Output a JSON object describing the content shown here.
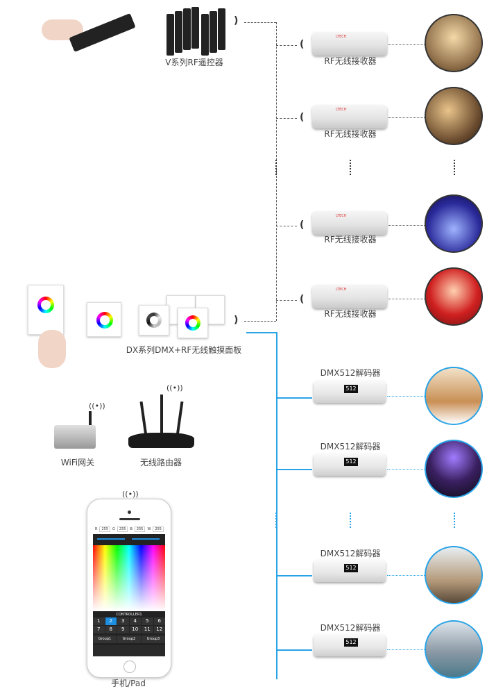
{
  "labels": {
    "remote": "V系列RF遥控器",
    "receiver": "RF无线接收器",
    "panel": "DX系列DMX+RF无线触摸面板",
    "decoder": "DMX512解码器",
    "gateway": "WiFi网关",
    "router": "无线路由器",
    "phone": "手机/Pad"
  },
  "receiver_brand": "LTECH",
  "decoder_display": "512",
  "phone_app": {
    "rgbw": [
      {
        "k": "R",
        "v": "255"
      },
      {
        "k": "G",
        "v": "255"
      },
      {
        "k": "B",
        "v": "255"
      },
      {
        "k": "W",
        "v": "255"
      }
    ],
    "controller": "CONTROLLER1",
    "zones": [
      "1",
      "2",
      "3",
      "4",
      "5",
      "6",
      "7",
      "8",
      "9",
      "10",
      "11",
      "12"
    ],
    "selected_zone": "2",
    "groups": [
      "Group1",
      "Group2",
      "Group3"
    ]
  },
  "colors": {
    "line": "#555555",
    "dmx_line": "#29a3e6"
  }
}
